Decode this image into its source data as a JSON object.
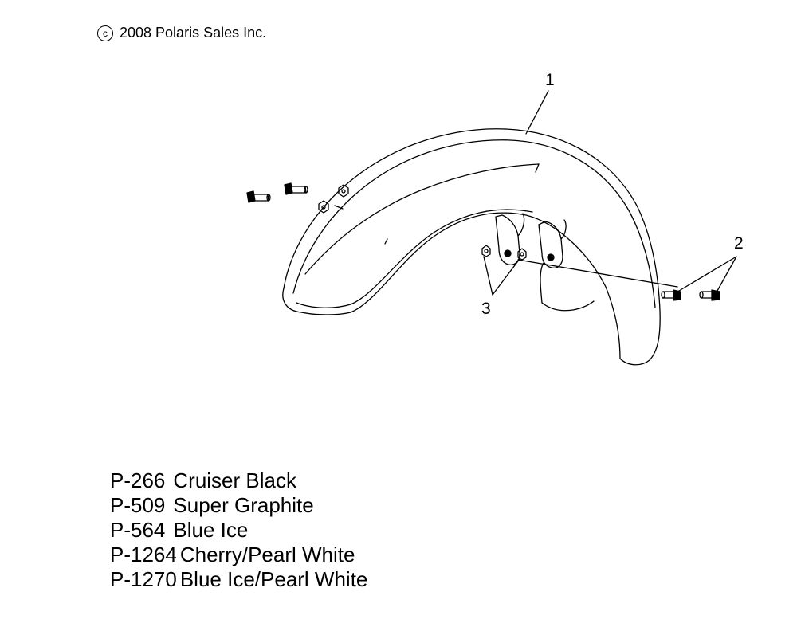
{
  "copyright": {
    "symbol": "c",
    "text": "2008 Polaris Sales Inc."
  },
  "callouts": {
    "c1": "1",
    "c2": "2",
    "c3": "3"
  },
  "legend": [
    {
      "code": "P-266",
      "name": "Cruiser Black"
    },
    {
      "code": "P-509",
      "name": "Super Graphite"
    },
    {
      "code": "P-564",
      "name": "Blue Ice"
    },
    {
      "code": "P-1264",
      "name": "Cherry/Pearl White"
    },
    {
      "code": "P-1270",
      "name": "Blue Ice/Pearl White"
    }
  ]
}
